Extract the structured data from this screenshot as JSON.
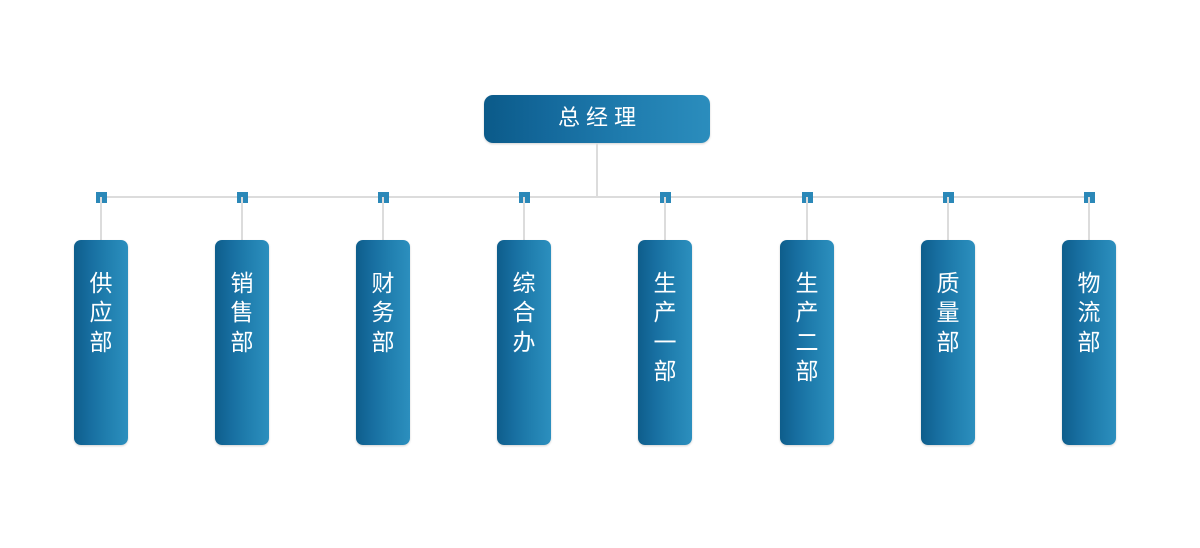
{
  "chart": {
    "type": "org-chart",
    "title_node": {
      "label": "总经理",
      "level": 0
    },
    "departments": [
      {
        "label": "供应部"
      },
      {
        "label": "销售部"
      },
      {
        "label": "财务部"
      },
      {
        "label": "综合办"
      },
      {
        "label": "生产一部"
      },
      {
        "label": "生产二部"
      },
      {
        "label": "质量部"
      },
      {
        "label": "物流部"
      }
    ],
    "colors": {
      "node_gradient_start": "#0e5d8b",
      "node_gradient_end": "#2c8fbe",
      "root_gradient_start": "#0b5a89",
      "root_gradient_end": "#2b8dbd",
      "connector_line": "#dcdcdc",
      "connector_marker": "#2b88b8",
      "label_text": "#ffffff",
      "background": "#ffffff"
    }
  }
}
